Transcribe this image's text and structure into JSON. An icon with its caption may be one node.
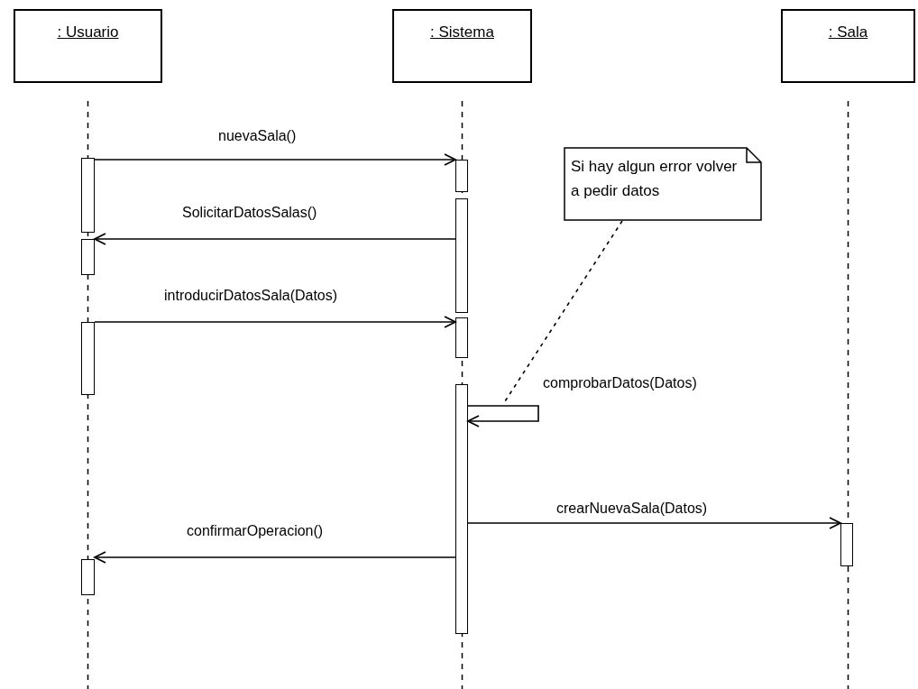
{
  "diagram": {
    "nodes": [
      {
        "text": [
          ": Usuario"
        ]
      },
      {
        "text": [
          ": Sistema"
        ]
      },
      {
        "text": [
          ": Sala"
        ]
      },
      {
        "text": [
          "Si hay algun error volver a pedir datos"
        ]
      },
      {
        "text": [],
        "shape": "bar"
      },
      {
        "text": [],
        "shape": "bar"
      },
      {
        "text": [],
        "shape": "bar"
      },
      {
        "text": [],
        "shape": "bar"
      },
      {
        "text": [],
        "shape": "bar"
      },
      {
        "text": [],
        "shape": "bar"
      },
      {
        "text": [],
        "shape": "bar"
      },
      {
        "text": [],
        "shape": "bar"
      },
      {
        "text": [],
        "shape": "bar"
      }
    ],
    "edges": [
      {
        "from": 4,
        "to": 5,
        "arrow": "to",
        "label": "nuevaSala()"
      },
      {
        "from": 6,
        "to": 7,
        "arrow": "to",
        "label": "SolicitarDatosSalas()"
      },
      {
        "from": 8,
        "to": 9,
        "arrow": "to",
        "label": "introducirDatosSala(Datos)"
      },
      {
        "from": 10,
        "to": 10,
        "arrow": "to",
        "label": "comprobarDatos(Datos)"
      },
      {
        "from": 10,
        "to": 11,
        "arrow": "to",
        "label": "crearNuevaSala(Datos)"
      },
      {
        "from": 10,
        "to": 12,
        "arrow": "to",
        "label": "confirmarOperacion()"
      },
      {
        "from": 3,
        "to": null,
        "arrow": "none",
        "style": "dashed"
      }
    ]
  }
}
